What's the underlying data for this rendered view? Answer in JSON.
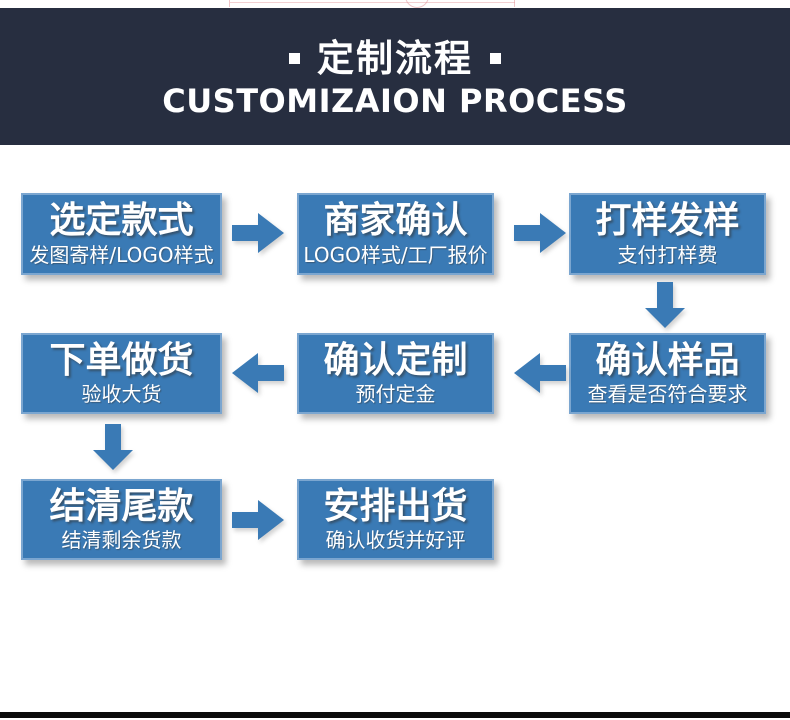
{
  "header": {
    "title_cn": "定制流程",
    "title_en": "CUSTOMIZAION PROCESS"
  },
  "colors": {
    "banner_bg": "#272e40",
    "box_blue": "#3a7ab5",
    "box_border": "#7ba6d0",
    "arrow_blue": "#3a7ab5"
  },
  "flow": {
    "steps": [
      {
        "title": "选定款式",
        "subtitle": "发图寄样/LOGO样式"
      },
      {
        "title": "商家确认",
        "subtitle": "LOGO样式/工厂报价"
      },
      {
        "title": "打样发样",
        "subtitle": "支付打样费"
      },
      {
        "title": "确认样品",
        "subtitle": "查看是否符合要求"
      },
      {
        "title": "确认定制",
        "subtitle": "预付定金"
      },
      {
        "title": "下单做货",
        "subtitle": "验收大货"
      },
      {
        "title": "结清尾款",
        "subtitle": "结清剩余货款"
      },
      {
        "title": "安排出货",
        "subtitle": "确认收货并好评"
      }
    ]
  }
}
